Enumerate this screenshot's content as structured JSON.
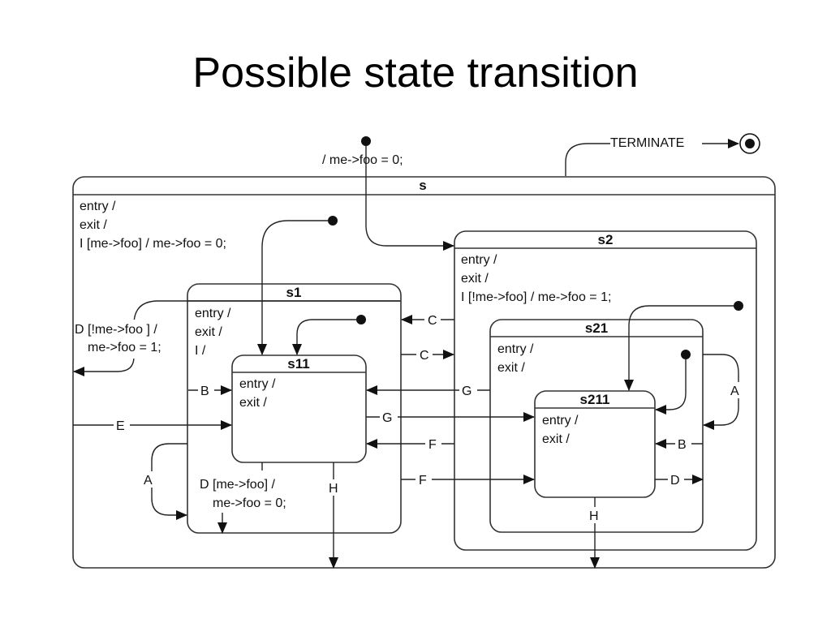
{
  "title": "Possible state transition",
  "states": {
    "s": {
      "name": "s",
      "lines": [
        "entry /",
        "exit /",
        "I [me->foo] / me->foo = 0;"
      ]
    },
    "s1": {
      "name": "s1",
      "lines": [
        "entry /",
        "exit /",
        "I /"
      ]
    },
    "s11": {
      "name": "s11",
      "lines": [
        "entry /",
        "exit /"
      ]
    },
    "s2": {
      "name": "s2",
      "lines": [
        "entry /",
        "exit /",
        "I [!me->foo] / me->foo = 1;"
      ]
    },
    "s21": {
      "name": "s21",
      "lines": [
        "entry /",
        "exit /"
      ]
    },
    "s211": {
      "name": "s211",
      "lines": [
        "entry /",
        "exit /"
      ]
    }
  },
  "transitions": {
    "terminate": "TERMINATE",
    "init_top": "/ me->foo = 0;",
    "d_guard_not_foo": [
      "D [!me->foo ] /",
      "me->foo = 1;"
    ],
    "d_guard_foo": [
      "D [me->foo] /",
      "me->foo = 0;"
    ],
    "a": "A",
    "b": "B",
    "c": "C",
    "d": "D",
    "e": "E",
    "f": "F",
    "g": "G",
    "h": "H"
  }
}
